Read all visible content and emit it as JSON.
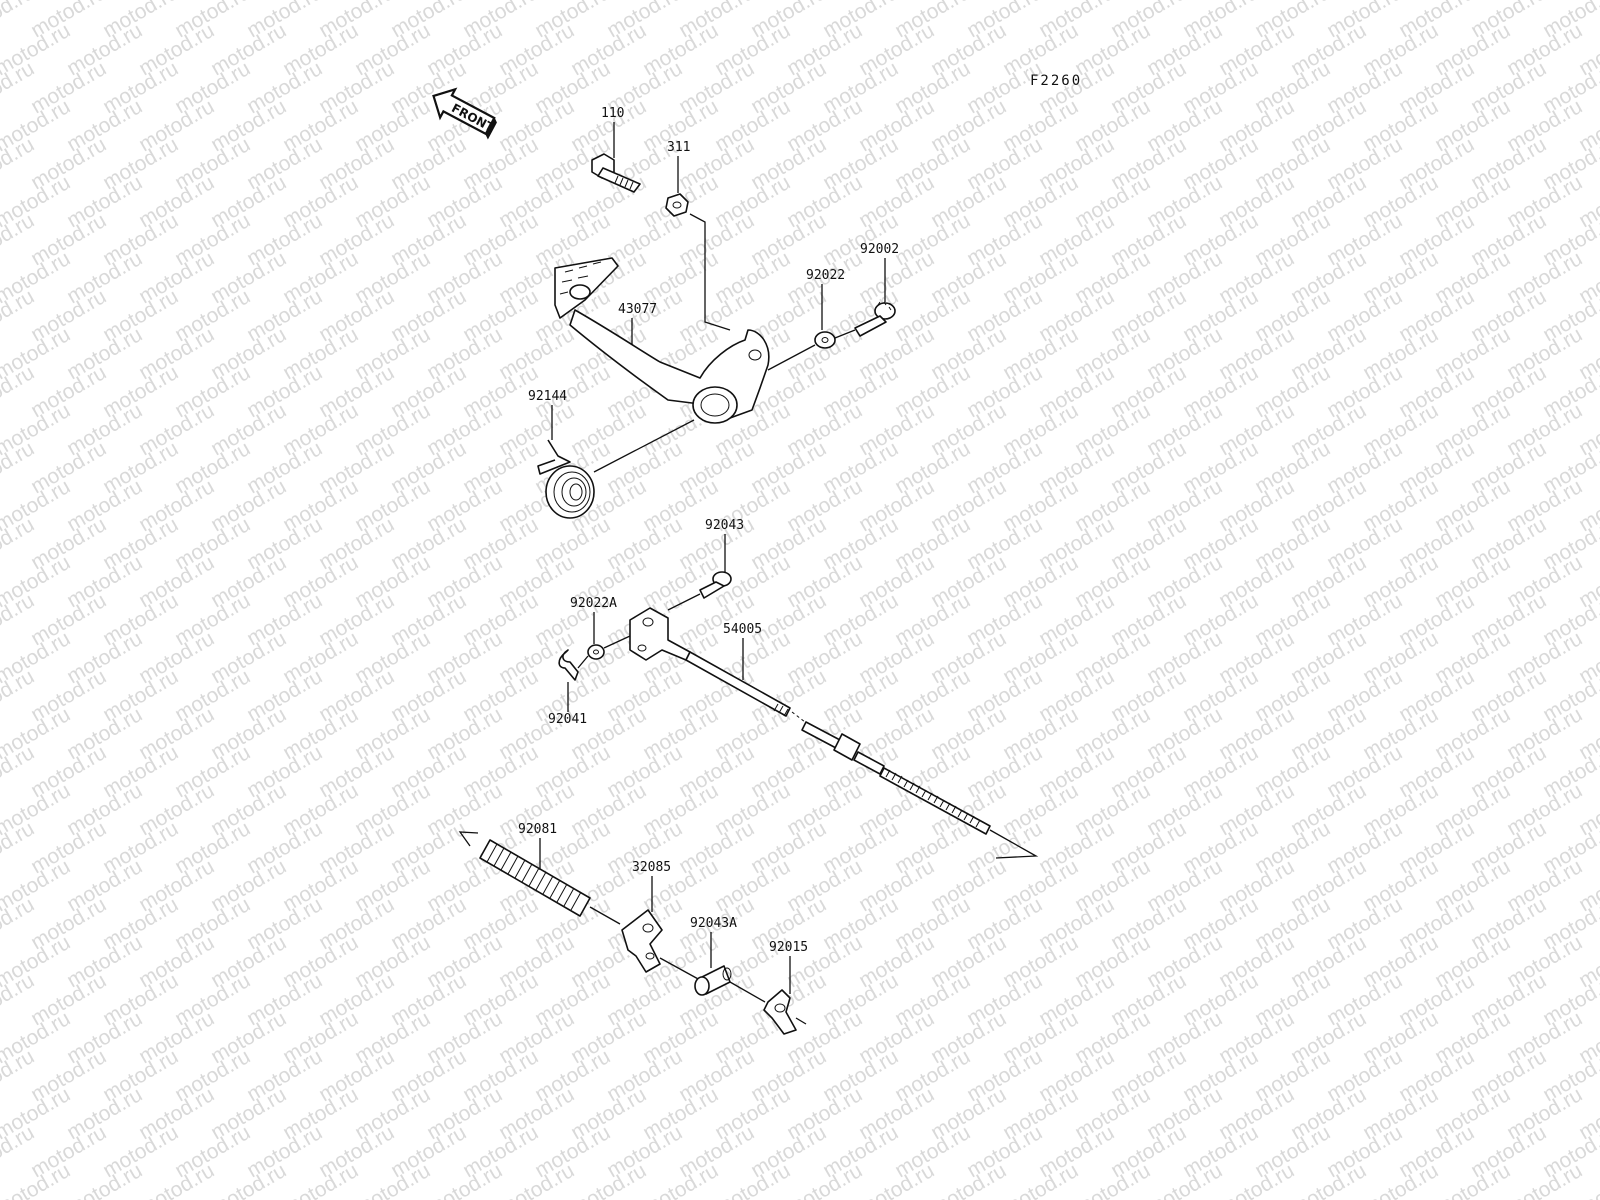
{
  "watermark": {
    "text": "motod.ru"
  },
  "figure_code": "F2260",
  "front_arrow": {
    "text": "FRONT",
    "icon": "front-arrow-icon"
  },
  "parts": {
    "bolt_110": "110",
    "nut_311": "311",
    "pedal_43077": "43077",
    "bolt_92002": "92002",
    "washer_92022": "92022",
    "spring_92144": "92144",
    "pin_92043": "92043",
    "washer_92022A": "92022A",
    "rod_54005": "54005",
    "cotter_92041": "92041",
    "spring_92081": "92081",
    "lever_32085": "32085",
    "pin_92043A": "92043A",
    "nut_92015": "92015"
  }
}
